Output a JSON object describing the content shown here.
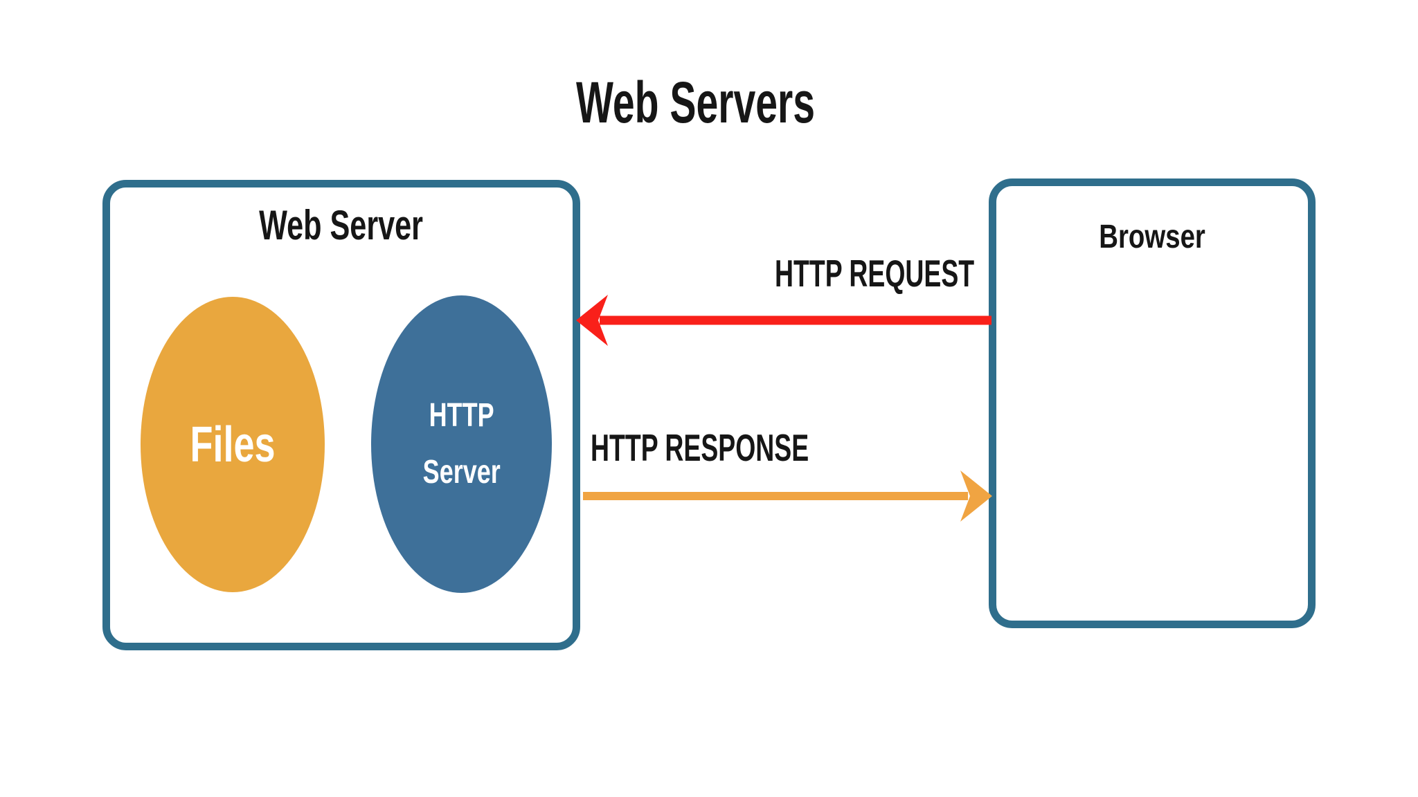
{
  "title": "Web Servers",
  "colors": {
    "canvas_bg": "#FFFFFF",
    "teal": "#2F6E8C",
    "files_orange": "#E9A73E",
    "http_blue": "#3E7099",
    "request_red": "#F9201A",
    "response_orange": "#F0A442",
    "text_dark": "#161616",
    "text_light": "#FFFFFF"
  },
  "web_server": {
    "label": "Web Server",
    "files_ellipse": {
      "label": "Files"
    },
    "http_server_ellipse": {
      "line1": "HTTP",
      "line2": "Server"
    }
  },
  "browser": {
    "label": "Browser"
  },
  "arrows": {
    "http_request": {
      "label": "HTTP REQUEST",
      "direction": "browser-to-webserver",
      "color": "#F9201A"
    },
    "http_response": {
      "label": "HTTP RESPONSE",
      "direction": "webserver-to-browser",
      "color": "#F0A442"
    }
  }
}
